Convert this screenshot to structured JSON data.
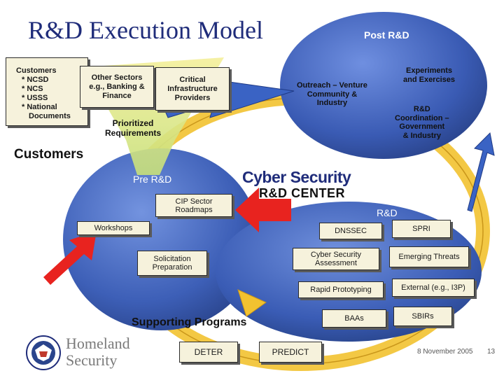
{
  "title": "R&D Execution Model",
  "customers_box": {
    "heading": "Customers",
    "items": [
      "* NCSD",
      "* NCS",
      "* USSS",
      "* National",
      "Documents"
    ]
  },
  "other_sectors": [
    "Other Sectors",
    "e.g., Banking &",
    "Finance"
  ],
  "critical_infrastructure": [
    "Critical",
    "Infrastructure",
    "Providers"
  ],
  "prioritized_requirements": [
    "Prioritized",
    "Requirements"
  ],
  "customers_label": "Customers",
  "post_rd": {
    "title": "Post R&D",
    "outreach": [
      "Outreach – Venture",
      "Community &",
      "Industry"
    ],
    "experiments": [
      "Experiments",
      "and Exercises"
    ],
    "coordination": [
      "R&D",
      "Coordination –",
      "Government",
      "& Industry"
    ]
  },
  "pre_rd": {
    "title": "Pre R&D",
    "cip_roadmaps": [
      "CIP Sector",
      "Roadmaps"
    ],
    "workshops": "Workshops",
    "solicitation": [
      "Solicitation",
      "Preparation"
    ]
  },
  "logo": {
    "line1": "Cyber Security",
    "line2": "R&D CENTER"
  },
  "rd": {
    "title": "R&D",
    "items": [
      "DNSSEC",
      "SPRI",
      "Cyber Security Assessment",
      "Emerging Threats",
      "Rapid Prototyping",
      "External (e.g., I3P)",
      "BAAs",
      "SBIRs"
    ]
  },
  "supporting_programs": {
    "label": "Supporting Programs",
    "items": [
      "DETER",
      "PREDICT"
    ]
  },
  "homeland": {
    "line1": "Homeland",
    "line2": "Security"
  },
  "footer": {
    "date": "8 November 2005",
    "page": "13"
  },
  "colors": {
    "title": "#1f2c7a",
    "ellipse": "#3d5fb7",
    "box_fill": "#f6f2dc",
    "arrow_red": "#e8231f",
    "cycle_arrow": "#f2c230"
  }
}
